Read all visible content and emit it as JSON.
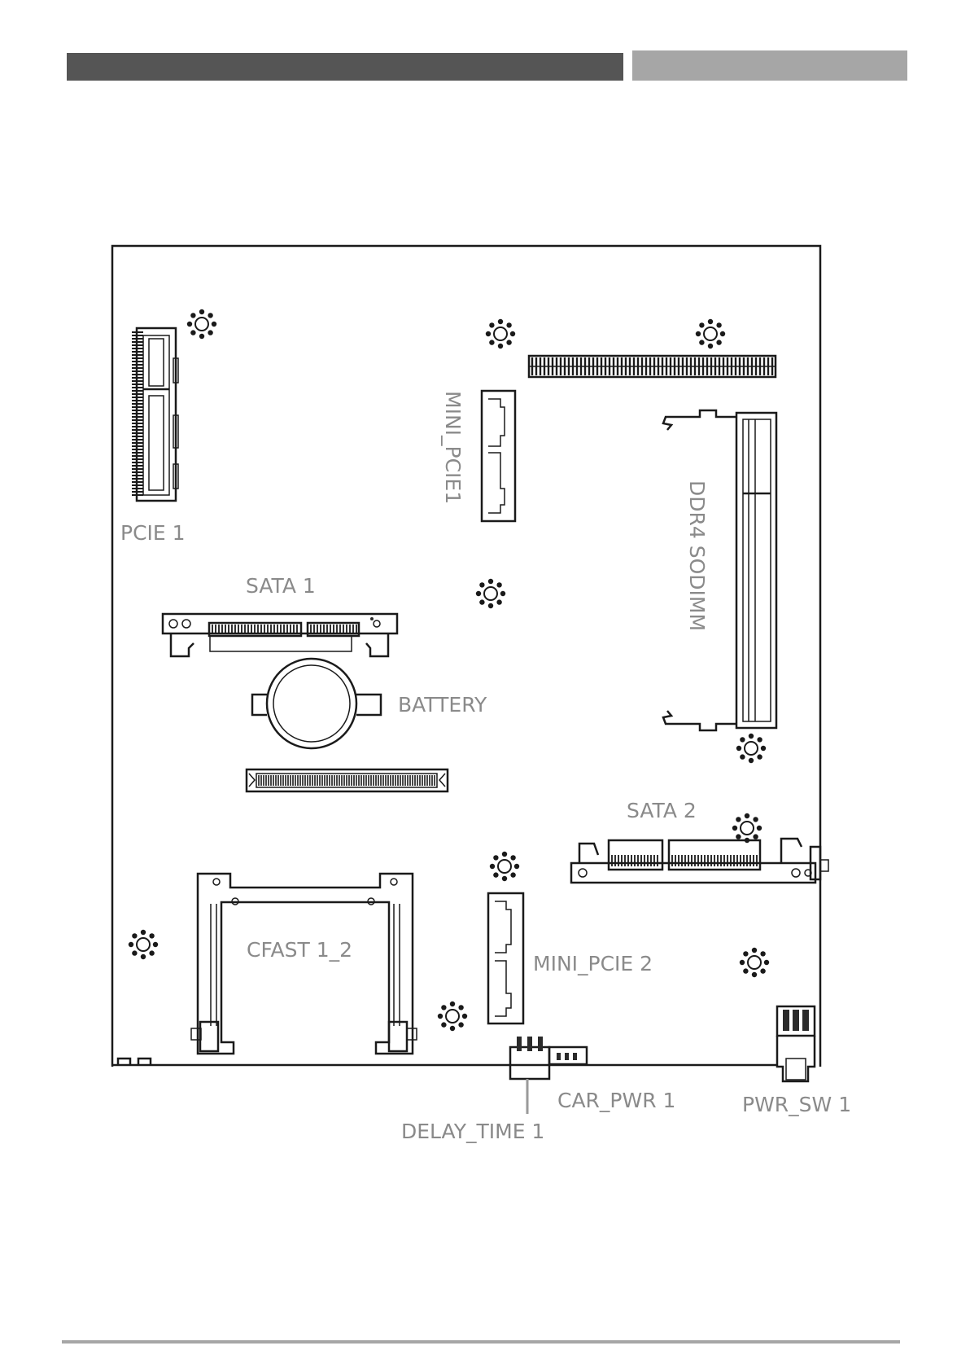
{
  "colors": {
    "header_dark": "#555555",
    "header_light": "#a6a6a6",
    "footer_line": "#a6a6a6",
    "label": "#8a8a8a",
    "outline": "#1a1a1a"
  },
  "labels": {
    "pcie1": "PCIE 1",
    "mini_pcie1": "MINI_PCIE1",
    "ddr4": "DDR4 SODIMM",
    "sata1": "SATA 1",
    "battery": "BATTERY",
    "sata2": "SATA 2",
    "cfast": "CFAST 1_2",
    "mini_pcie2": "MINI_PCIE 2",
    "car_pwr": "CAR_PWR 1",
    "pwr_sw": "PWR_SW 1",
    "delay_time": "DELAY_TIME 1"
  }
}
